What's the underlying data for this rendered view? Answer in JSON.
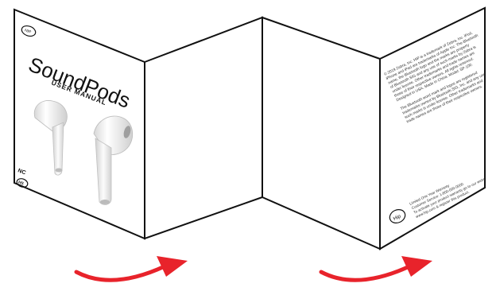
{
  "brochure": {
    "logo_text": "HIP",
    "product_name": "SoundPods",
    "subtitle": "USER MANUAL",
    "badge_top": "NC",
    "badge_bottom": "HS",
    "legal_paragraph_1": [
      "© 2019 Zebra, Inc. HIP is a trademark of Zebra, Inc. iPod,",
      "iPhone and iPad are trademarks of Apple Inc. The Bluetooth",
      "name, the Bluetooth logo and the marks are property",
      "of Bluetooth SIG and any use of such marks by Zebra is",
      "under license. Other trademarks and trade names are",
      "those of their respective owners. All rights reserved.",
      "Designed in USA. Made in China. Model: SP-100."
    ],
    "legal_paragraph_2": [
      "The Bluetooth word mark and logos are registered",
      "trademarks owned by Bluetooth SIG, Inc. and any use of",
      "such marks is under license. Other trademarks and",
      "trade names are those of their respective owners."
    ],
    "warranty_lines": [
      "Limited One Year Warranty",
      "Customer Service: 1-800-000-0000",
      "To activate your product warranty go to our website",
      "www.hip.com & register this product."
    ],
    "back_logo_text": "Hip"
  },
  "colors": {
    "arrow": "#e8232b",
    "earbud_body": "#f7f7f7",
    "earbud_shadow": "#c9c9c9",
    "outline": "#111111"
  },
  "icons": {
    "fold_arrows": [
      "curved-arrow-right-icon",
      "curved-arrow-right-icon"
    ]
  }
}
